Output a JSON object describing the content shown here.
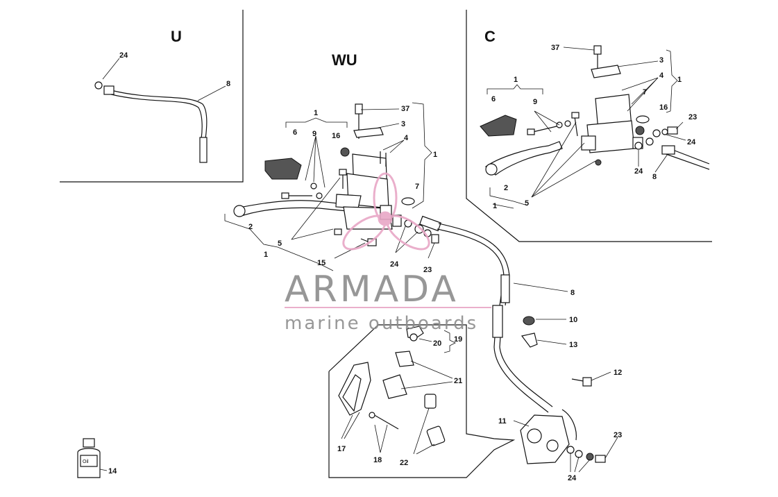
{
  "sections": {
    "u": "U",
    "wu": "WU",
    "c": "C"
  },
  "watermark": {
    "brand": "ARMADA",
    "tagline": "marine outboards",
    "accent_color": "#e8a7c6",
    "text_color": "#8c8c8c"
  },
  "labels": {
    "u_24": "24",
    "u_8": "8",
    "wu_1_top": "1",
    "wu_6": "6",
    "wu_9": "9",
    "wu_16": "16",
    "wu_37": "37",
    "wu_3": "3",
    "wu_4": "4",
    "wu_1_right": "1",
    "wu_7": "7",
    "wu_2": "2",
    "wu_5": "5",
    "wu_1_bottom": "1",
    "wu_15": "15",
    "wu_24": "24",
    "wu_23": "23",
    "c_37": "37",
    "c_3": "3",
    "c_4": "4",
    "c_1_right": "1",
    "c_1_top": "1",
    "c_6": "6",
    "c_9": "9",
    "c_7": "7",
    "c_16": "16",
    "c_23": "23",
    "c_24_right": "24",
    "c_2": "2",
    "c_5": "5",
    "c_1_bottom": "1",
    "c_24_bottom": "24",
    "c_8": "8",
    "hose_8": "8",
    "p_10": "10",
    "p_13": "13",
    "p_12": "12",
    "p_11": "11",
    "p_23": "23",
    "p_24": "24",
    "p_19": "19",
    "p_20": "20",
    "p_21": "21",
    "p_17": "17",
    "p_18": "18",
    "p_22": "22",
    "p_14": "14"
  },
  "bottle_text": "Oil"
}
